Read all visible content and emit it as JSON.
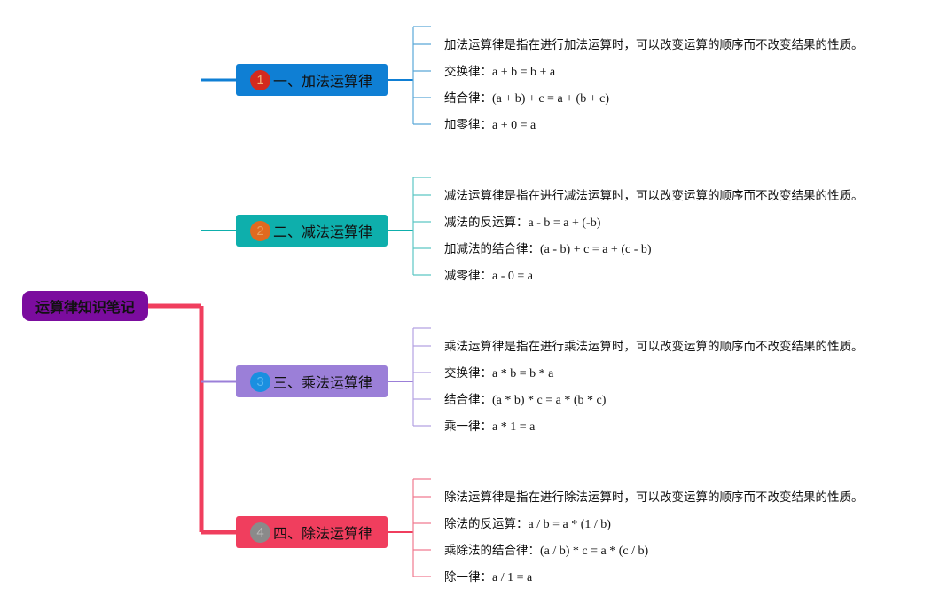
{
  "root": {
    "label": "运算律知识笔记",
    "color": "#7b0c9e"
  },
  "branches": [
    {
      "num": "1",
      "title": "一、加法运算律",
      "color": "#0f7fd4",
      "badge_color": "#d42a1e",
      "badge_text_color": "#f3b27a",
      "line_color": "#5aa8d8",
      "leaves": [
        {
          "label": "加法运算律是指在进行加法运算时，可以改变运算的顺序而不改变结果的性质。",
          "value": ""
        },
        {
          "label": "交换律：",
          "value": "a + b = b + a"
        },
        {
          "label": "结合律：",
          "value": "(a + b) + c = a + (b + c)"
        },
        {
          "label": "加零律：",
          "value": "a + 0 = a"
        }
      ]
    },
    {
      "num": "2",
      "title": "二、减法运算律",
      "color": "#0eafac",
      "badge_color": "#e06a20",
      "badge_text_color": "#e8a060",
      "line_color": "#5cc6c4",
      "leaves": [
        {
          "label": "减法运算律是指在进行减法运算时，可以改变运算的顺序而不改变结果的性质。",
          "value": ""
        },
        {
          "label": "减法的反运算：",
          "value": "a - b = a + (-b)"
        },
        {
          "label": "加减法的结合律：",
          "value": "(a - b) + c = a + (c - b)"
        },
        {
          "label": "减零律：",
          "value": "a - 0 = a"
        }
      ]
    },
    {
      "num": "3",
      "title": "三、乘法运算律",
      "color": "#9b7fd8",
      "badge_color": "#1a8fe0",
      "badge_text_color": "#5cb8f0",
      "line_color": "#b4a2e2",
      "leaves": [
        {
          "label": "乘法运算律是指在进行乘法运算时，可以改变运算的顺序而不改变结果的性质。",
          "value": ""
        },
        {
          "label": "交换律：",
          "value": "a * b = b * a"
        },
        {
          "label": "结合律：",
          "value": "(a * b) * c = a * (b * c)"
        },
        {
          "label": "乘一律：",
          "value": "a * 1 = a"
        }
      ]
    },
    {
      "num": "4",
      "title": "四、除法运算律",
      "color": "#f03e5e",
      "badge_color": "#8a8a8a",
      "badge_text_color": "#b8b8b8",
      "line_color": "#f07a90",
      "leaves": [
        {
          "label": "除法运算律是指在进行除法运算时，可以改变运算的顺序而不改变结果的性质。",
          "value": ""
        },
        {
          "label": "除法的反运算：",
          "value": "a / b = a * (1 / b)"
        },
        {
          "label": "乘除法的结合律：",
          "value": "(a / b) * c = a * (c / b)"
        },
        {
          "label": "除一律：",
          "value": "a / 1 = a"
        }
      ]
    }
  ]
}
